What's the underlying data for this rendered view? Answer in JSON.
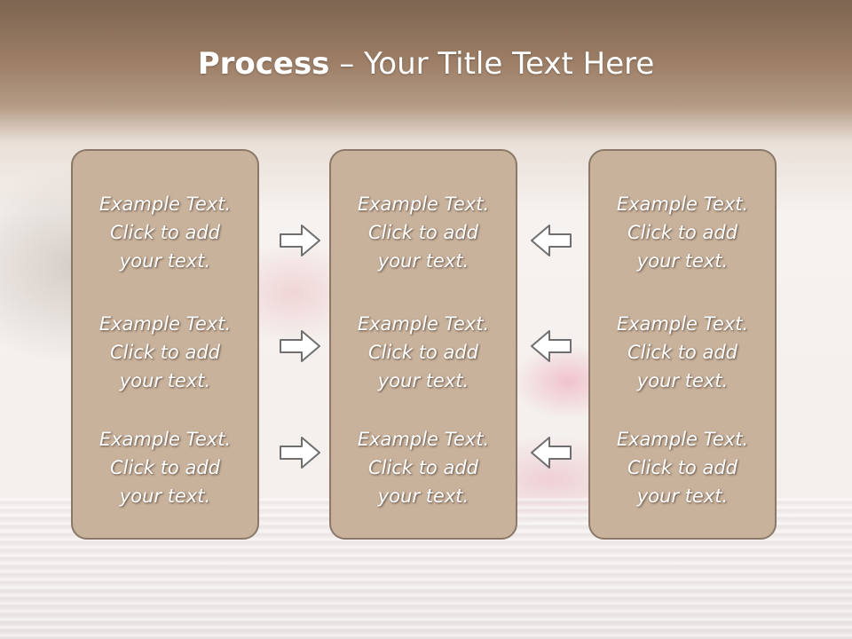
{
  "title": {
    "bold": "Process",
    "rest": " – Your Title Text Here"
  },
  "panels": [
    {
      "items": [
        "Example Text.\nClick  to add\nyour text.",
        "Example Text.\nClick  to add\nyour text.",
        "Example Text.\nClick  to add\nyour text."
      ]
    },
    {
      "items": [
        "Example Text.\nClick  to add\nyour text.",
        "Example Text.\nClick  to add\nyour text.",
        "Example Text.\nClick  to add\nyour text."
      ]
    },
    {
      "items": [
        "Example Text.\nClick  to add\nyour text.",
        "Example Text.\nClick  to add\nyour text.",
        "Example Text.\nClick  to add\nyour text."
      ]
    }
  ],
  "arrows": {
    "left_column": "right-arrow-icon",
    "right_column": "left-arrow-icon"
  },
  "colors": {
    "panel_fill": "#c8b29c",
    "panel_border": "#8a7868",
    "header_band": "#9d7e66",
    "arrow_fill": "#ffffff",
    "arrow_stroke": "#6f6f6f"
  }
}
